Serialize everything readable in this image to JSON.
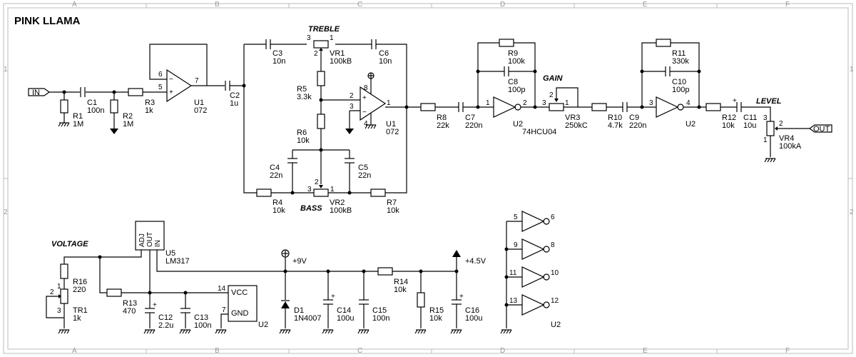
{
  "title": "PINK LLAMA",
  "zones": {
    "cols": [
      "A",
      "B",
      "C",
      "D",
      "E",
      "F"
    ],
    "rows": [
      "1",
      "2"
    ]
  },
  "sections": {
    "treble": "TREBLE",
    "bass": "BASS",
    "gain": "GAIN",
    "level": "LEVEL",
    "voltage": "VOLTAGE"
  },
  "ports": {
    "in": "IN",
    "out": "OUT"
  },
  "components": {
    "r1": {
      "ref": "R1",
      "val": "1M"
    },
    "r2": {
      "ref": "R2",
      "val": "1M"
    },
    "c1": {
      "ref": "C1",
      "val": "100n"
    },
    "r3": {
      "ref": "R3",
      "val": "1k"
    },
    "u1a": {
      "ref": "U1",
      "val": "072"
    },
    "c2": {
      "ref": "C2",
      "val": "1u"
    },
    "c3": {
      "ref": "C3",
      "val": "10n"
    },
    "vr1": {
      "ref": "VR1",
      "val": "100kB"
    },
    "c6": {
      "ref": "C6",
      "val": "10n"
    },
    "r5": {
      "ref": "R5",
      "val": "3.3k"
    },
    "r6": {
      "ref": "R6",
      "val": "10k"
    },
    "c4": {
      "ref": "C4",
      "val": "22n"
    },
    "c5": {
      "ref": "C5",
      "val": "22n"
    },
    "r4": {
      "ref": "R4",
      "val": "10k"
    },
    "vr2": {
      "ref": "VR2",
      "val": "100kB"
    },
    "r7": {
      "ref": "R7",
      "val": "10k"
    },
    "u1b": {
      "ref": "U1",
      "val": "072"
    },
    "r8": {
      "ref": "R8",
      "val": "22k"
    },
    "c7": {
      "ref": "C7",
      "val": "220n"
    },
    "r9": {
      "ref": "R9",
      "val": "100k"
    },
    "c8": {
      "ref": "C8",
      "val": "100p"
    },
    "u2a": {
      "ref": "U2",
      "val": "74HCU04"
    },
    "vr3": {
      "ref": "VR3",
      "val": "250kC"
    },
    "r10": {
      "ref": "R10",
      "val": "4.7k"
    },
    "c9": {
      "ref": "C9",
      "val": "220n"
    },
    "r11": {
      "ref": "R11",
      "val": "330k"
    },
    "c10": {
      "ref": "C10",
      "val": "100p"
    },
    "u2b": {
      "ref": "U2",
      "val": ""
    },
    "r12": {
      "ref": "R12",
      "val": "10k"
    },
    "c11": {
      "ref": "C11",
      "val": "10u"
    },
    "vr4": {
      "ref": "VR4",
      "val": "100kA"
    },
    "u5": {
      "ref": "U5",
      "val": "LM317"
    },
    "r16": {
      "ref": "R16",
      "val": "220"
    },
    "tr1": {
      "ref": "TR1",
      "val": "1k"
    },
    "r13": {
      "ref": "R13",
      "val": "470"
    },
    "c12": {
      "ref": "C12",
      "val": "2.2u"
    },
    "c13": {
      "ref": "C13",
      "val": "100n"
    },
    "u2p": {
      "ref": "U2",
      "vcc": "VCC",
      "gnd": "GND"
    },
    "d1": {
      "ref": "D1",
      "val": "1N4007"
    },
    "c14": {
      "ref": "C14",
      "val": "100u"
    },
    "c15": {
      "ref": "C15",
      "val": "100n"
    },
    "r14": {
      "ref": "R14",
      "val": "10k"
    },
    "r15": {
      "ref": "R15",
      "val": "10k"
    },
    "c16": {
      "ref": "C16",
      "val": "100u"
    },
    "u2c": {
      "ref": "U2",
      "val": ""
    }
  },
  "rails": {
    "v9": "+9V",
    "v45": "+4.5V"
  },
  "reg_pins": {
    "adj": "ADJ",
    "out": "OUT",
    "in": "IN"
  },
  "pins": {
    "u1a": [
      "6",
      "5",
      "7"
    ],
    "u1b": [
      "2",
      "3",
      "1",
      "8",
      "4"
    ],
    "vr1": [
      "3",
      "1",
      "2"
    ],
    "vr2": [
      "3",
      "1",
      "2"
    ],
    "u2a": [
      "1",
      "2"
    ],
    "vr3": [
      "3",
      "2",
      "1"
    ],
    "u2b": [
      "3",
      "4"
    ],
    "vr4": [
      "3",
      "2",
      "1"
    ],
    "tr1": [
      "1",
      "2",
      "3"
    ],
    "u2p": [
      "14",
      "7"
    ],
    "u2c": [
      "5",
      "6",
      "9",
      "8",
      "11",
      "10",
      "13",
      "12"
    ]
  }
}
